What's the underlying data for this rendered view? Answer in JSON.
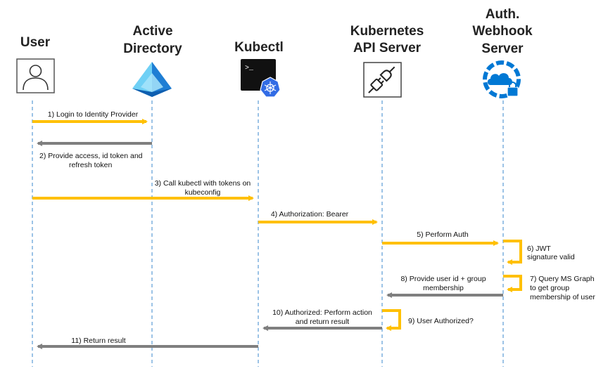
{
  "actors": [
    {
      "key": "user",
      "lines": [
        "User"
      ],
      "icon": "user-icon"
    },
    {
      "key": "ad",
      "lines": [
        "Active",
        "Directory"
      ],
      "icon": "azure-ad-pyramid-icon"
    },
    {
      "key": "kubectl",
      "lines": [
        "Kubectl"
      ],
      "icon": "terminal-kubernetes-icon"
    },
    {
      "key": "api",
      "lines": [
        "Kubernetes",
        "API Server"
      ],
      "icon": "plug-icon"
    },
    {
      "key": "webhook",
      "lines": [
        "Auth.",
        "Webhook",
        "Server"
      ],
      "icon": "cloud-lock-icon"
    }
  ],
  "messages": [
    {
      "label": [
        "1) Login to Identity Provider"
      ]
    },
    {
      "label": [
        "2) Provide access, id token and",
        "refresh token"
      ]
    },
    {
      "label": [
        "3) Call kubectl with tokens on",
        "kubeconfig"
      ]
    },
    {
      "label": [
        "4) Authorization: Bearer"
      ]
    },
    {
      "label": [
        "5) Perform Auth"
      ]
    },
    {
      "label": [
        "6) JWT",
        "signature valid"
      ]
    },
    {
      "label": [
        "7) Query MS Graph",
        "to get group",
        "membership of user"
      ]
    },
    {
      "label": [
        "8) Provide user id + group",
        "membership"
      ]
    },
    {
      "label": [
        "9) User Authorized?"
      ]
    },
    {
      "label": [
        "10) Authorized: Perform action",
        "and return result"
      ]
    },
    {
      "label": [
        "11) Return result"
      ]
    }
  ],
  "colors": {
    "request": "#FFC000",
    "response": "#7F7F7F",
    "lifeline": "#5B9BD5",
    "azure": "#0078D4"
  }
}
